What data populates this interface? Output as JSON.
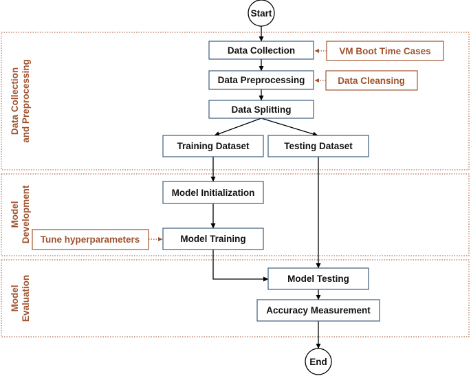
{
  "terminals": {
    "start": "Start",
    "end": "End"
  },
  "sections": {
    "data_collection": [
      "Data Collection",
      "and Preprocessing"
    ],
    "model_development": [
      "Model",
      "Development"
    ],
    "model_evaluation": [
      "Model",
      "Evaluation"
    ]
  },
  "steps": {
    "data_collection": "Data Collection",
    "data_preprocessing": "Data Preprocessing",
    "data_splitting": "Data Splitting",
    "training_dataset": "Training Dataset",
    "testing_dataset": "Testing Dataset",
    "model_initialization": "Model Initialization",
    "model_training": "Model Training",
    "model_testing": "Model Testing",
    "accuracy_measurement": "Accuracy Measurement"
  },
  "inputs": {
    "vm_boot_time_cases": "VM Boot Time Cases",
    "data_cleansing": "Data Cleansing",
    "tune_hyperparameters": "Tune hyperparameters"
  },
  "colors": {
    "accent": "#a0522d",
    "box_border": "#3c5a7a",
    "line": "#000000"
  }
}
